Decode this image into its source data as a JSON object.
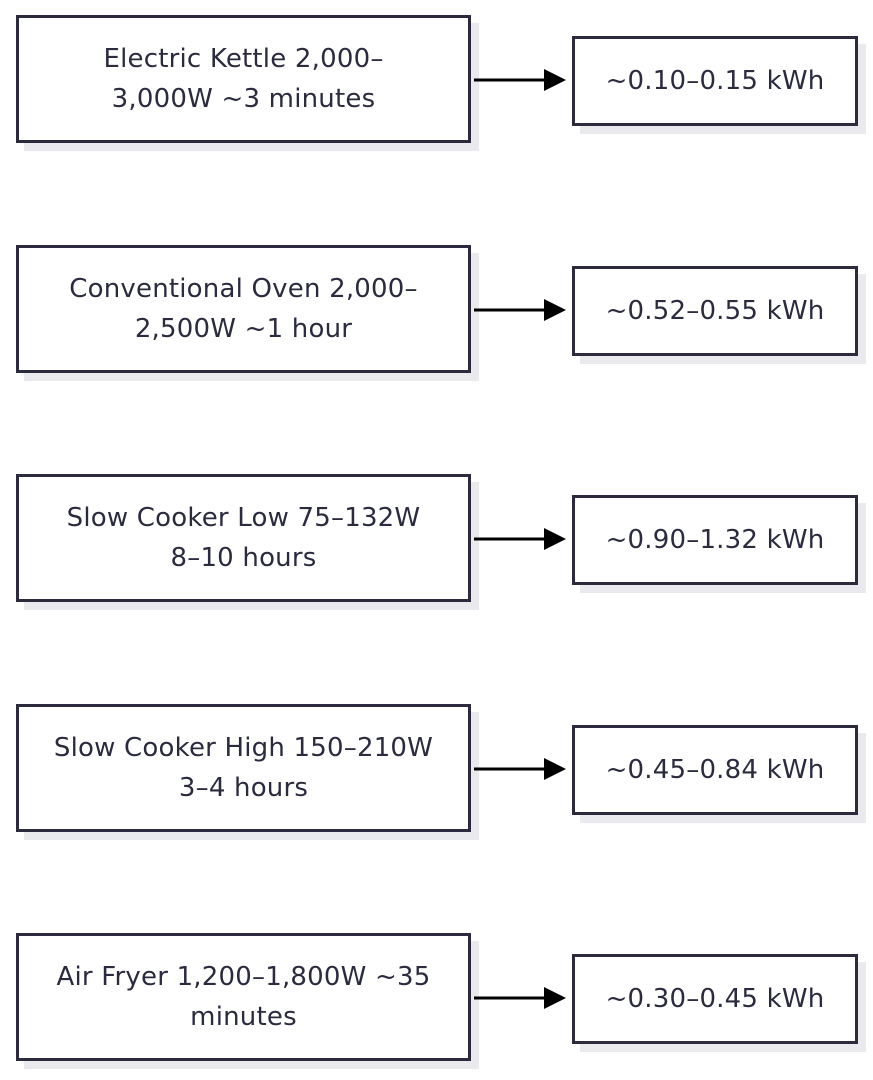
{
  "diagram": {
    "rows": [
      {
        "source": "Electric Kettle 2,000–3,000W ~3 minutes",
        "result": "~0.10–0.15 kWh"
      },
      {
        "source": "Conventional Oven 2,000–2,500W ~1 hour",
        "result": "~0.52–0.55 kWh"
      },
      {
        "source": "Slow Cooker Low 75–132W 8–10 hours",
        "result": "~0.90–1.32 kWh"
      },
      {
        "source": "Slow Cooker High 150–210W 3–4 hours",
        "result": "~0.45–0.84 kWh"
      },
      {
        "source": "Air Fryer 1,200–1,800W ~35 minutes",
        "result": "~0.30–0.45 kWh"
      }
    ],
    "colors": {
      "border": "#2b2b3d",
      "text": "#2b2b40",
      "shadow": "#e9e9ee",
      "arrow": "#000000"
    }
  }
}
